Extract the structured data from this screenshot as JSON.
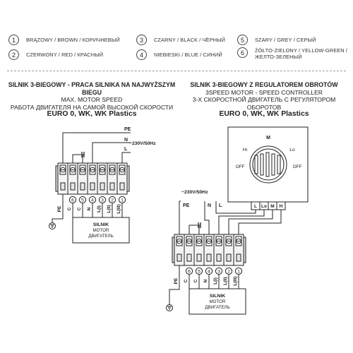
{
  "legend": [
    {
      "num": "1",
      "text": "BRĄZOWY / BROWN / КОРИЧНЕВЫЙ"
    },
    {
      "num": "2",
      "text": "CZERWONY / RED / КРАСНЫЙ"
    },
    {
      "num": "3",
      "text": "CZARNY / BLACK / ЧЁРНЫЙ"
    },
    {
      "num": "4",
      "text": "NIEBIESKI / BLUE / СИНИЙ"
    },
    {
      "num": "5",
      "text": "SZARY / GREY / СЕРЫЙ"
    },
    {
      "num": "6",
      "text": "ŻÓŁTO-ZIELONY / YELLOW-GREEN / ЖЕЛТО-ЗЕЛЕНЫЙ"
    }
  ],
  "left_heading": {
    "line1": "SILNIK 3-BIEGOWY - PRACA SILNIKA NA NAJWYŻSZYM BIEGU",
    "line2": "MAX. MOTOR SPEED",
    "line3": "РАБОТА ДВИГАТЕЛЯ НА САМОЙ ВЫСОКОЙ СКОРОСТИ",
    "line4": "EURO 0, WK, WK Plastics"
  },
  "right_heading": {
    "line1": "SILNIK 3-BIEGOWY Z REGULATOREM OBROTÓW",
    "line2": "3SPEED MOTOR - SPEED CONTROLLER",
    "line3": "3-Х СКОРОСТНОЙ ДВИГАТЕЛЬ С РЕГУЛЯТОРОМ ОБОРОТОВ",
    "line4": "EURO 0, WK, WK Plastics"
  },
  "diagram": {
    "supply_label": "~230V/50Hz",
    "pe": "PE",
    "n": "N",
    "l": "L",
    "terminal_nums": [
      "6",
      "5",
      "4",
      "3",
      "2",
      "1"
    ],
    "wire_labels": [
      "PE",
      "C",
      "C",
      "N",
      "L(I)",
      "L(II)",
      "L(III)"
    ],
    "motor_label": [
      "SILNIK",
      "MOTOR",
      "ДВИГАТЕЛЬ"
    ],
    "controller": {
      "m": "M",
      "hi": "Hi",
      "lo": "Lo",
      "off": "OFF",
      "terms": [
        "L",
        "Lo",
        "M",
        "H"
      ]
    }
  }
}
